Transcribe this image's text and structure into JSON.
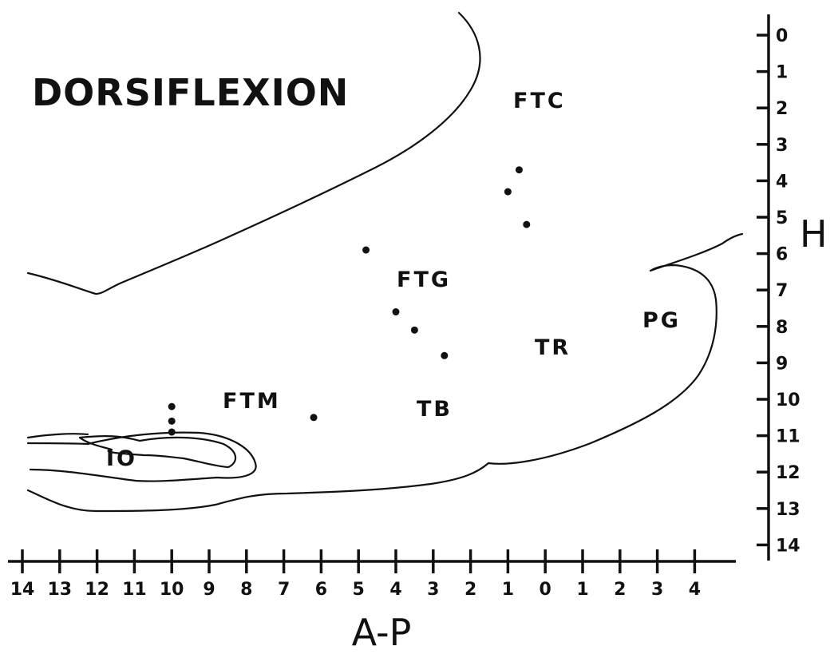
{
  "figure": {
    "title": "DORSIFLEXION",
    "region_labels": [
      "FTC",
      "FTG",
      "PG",
      "TR",
      "FTM",
      "TB",
      "IO"
    ],
    "x_axis": {
      "title": "A-P",
      "tick_labels": [
        "14",
        "13",
        "12",
        "11",
        "10",
        "9",
        "8",
        "7",
        "6",
        "5",
        "4",
        "3",
        "2",
        "1",
        "0",
        "1",
        "2",
        "3",
        "4"
      ]
    },
    "y_axis": {
      "title": "H",
      "tick_labels": [
        "0",
        "1",
        "2",
        "3",
        "4",
        "5",
        "6",
        "7",
        "8",
        "9",
        "10",
        "11",
        "12",
        "13",
        "14"
      ]
    },
    "sites": [
      {
        "ap": 0.7,
        "h": 3.7
      },
      {
        "ap": 1.0,
        "h": 4.3
      },
      {
        "ap": 0.5,
        "h": 5.2
      },
      {
        "ap": 4.8,
        "h": 5.9
      },
      {
        "ap": 4.0,
        "h": 7.6
      },
      {
        "ap": 3.5,
        "h": 8.1
      },
      {
        "ap": 2.7,
        "h": 8.8
      },
      {
        "ap": 10.0,
        "h": 10.2
      },
      {
        "ap": 10.0,
        "h": 10.6
      },
      {
        "ap": 10.0,
        "h": 10.9
      },
      {
        "ap": 6.2,
        "h": 10.5
      }
    ]
  }
}
